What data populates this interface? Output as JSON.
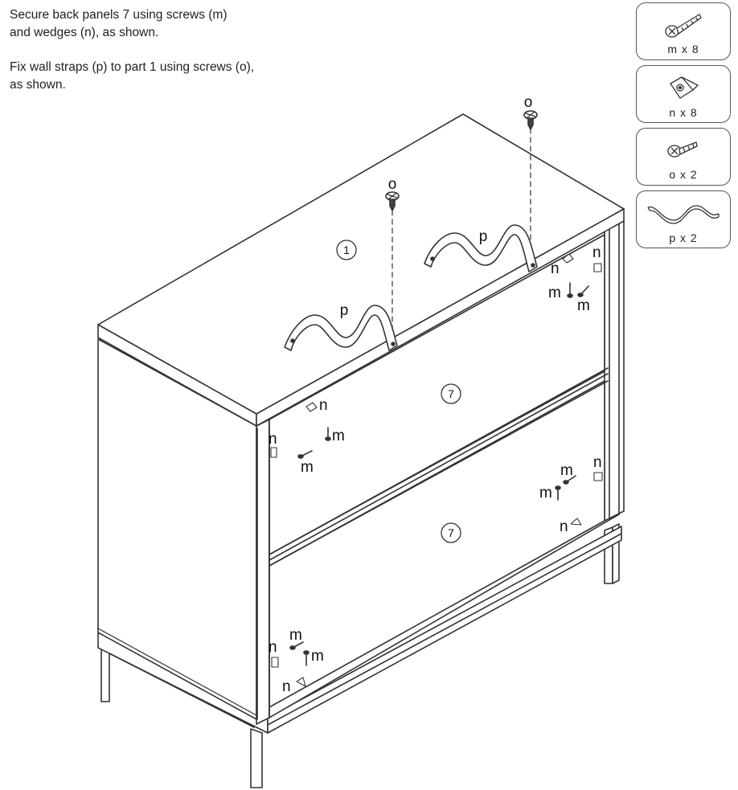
{
  "instructions": {
    "step1": "Secure back panels 7 using screws (m)\nand wedges (n), as shown.",
    "step2": "Fix wall straps (p) to part 1 using screws (o),\nas shown."
  },
  "parts_legend": [
    {
      "id": "m",
      "label": "m x 8",
      "icon": "screw-icon"
    },
    {
      "id": "n",
      "label": "n x 8",
      "icon": "wedge-icon"
    },
    {
      "id": "o",
      "label": "o x 2",
      "icon": "screw-icon"
    },
    {
      "id": "p",
      "label": "p x 2",
      "icon": "wall-strap-icon"
    }
  ],
  "diagram": {
    "top_panel_number": "1",
    "back_panel_number": "7",
    "screw_m": "m",
    "wedge_n": "n",
    "screw_o": "o",
    "strap_p": "p"
  }
}
